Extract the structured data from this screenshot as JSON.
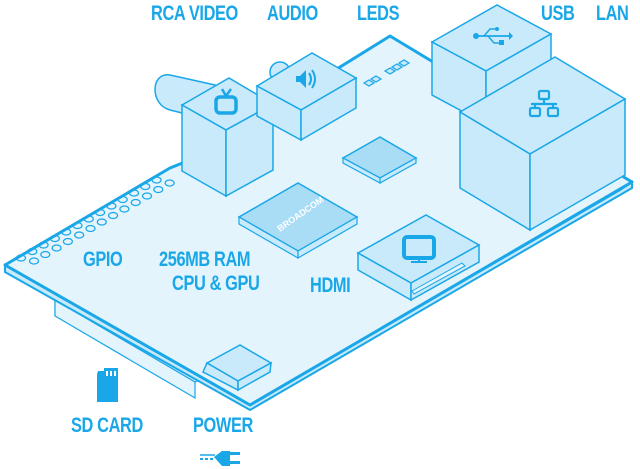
{
  "title": "Raspberry Pi board diagram",
  "colors": {
    "stroke": "#1aa7e8",
    "board_fill": "#e3f4fd",
    "component_fill": "#c9eafa",
    "chip_fill": "#a9dcf5",
    "label": "#1aa7e8"
  },
  "labels": {
    "rca_video": "RCA VIDEO",
    "audio": "AUDIO",
    "leds": "LEDS",
    "usb": "USB",
    "lan": "LAN",
    "gpio": "GPIO",
    "ram_line1": "256MB RAM",
    "ram_line2": "CPU & GPU",
    "hdmi": "HDMI",
    "sd_card": "SD CARD",
    "power": "POWER"
  },
  "chip_brand": "BROADCOM",
  "icons": {
    "rca_video": "tv-icon",
    "audio": "speaker-icon",
    "usb": "usb-icon",
    "lan": "network-icon",
    "hdmi": "monitor-icon",
    "sd_card": "sd-card-icon",
    "power": "plug-icon"
  },
  "gpio_pins": 26,
  "leds_count": 5
}
